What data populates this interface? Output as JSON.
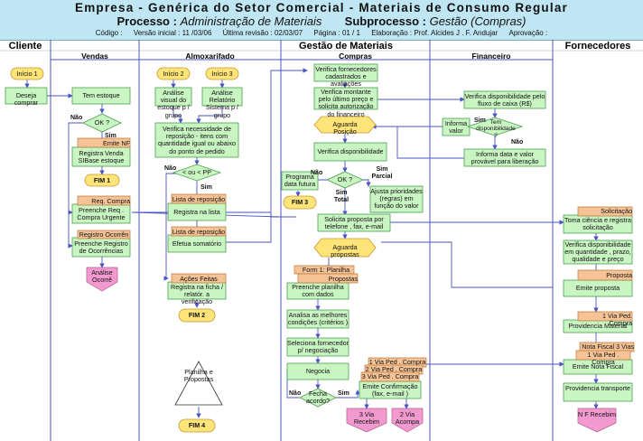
{
  "header": {
    "title": "Empresa  - Genérica do Setor Comercial   - Materiais de Consumo Regular",
    "processo_label": "Processo :",
    "processo_value": "Administração de Materiais",
    "subprocesso_label": "Subprocesso :",
    "subprocesso_value": "Gestão  (Compras)",
    "meta": [
      "Código :",
      "Versão inicial  : 11 /03/06",
      "Última revisão  : 02/03/07",
      "Página : 01 /  1",
      "Elaboração  :  Prof. Alcides J . F. Andujar",
      "Aprovação :"
    ]
  },
  "groups": {
    "cliente": "Cliente",
    "gestao": "Gestão de Materiais",
    "fornecedores": "Fornecedores"
  },
  "lanes": {
    "vendas": "Vendas",
    "almox": "Almoxarifado",
    "compras": "Compras",
    "financeiro": "Financeiro"
  },
  "colors": {
    "header_bg": "#bfe6f2",
    "process_fill": "#c8f5c2",
    "terminal_fill": "#ffe47a",
    "document_fill": "#f5c396",
    "offpage_fill": "#f29ad0",
    "line": "#4a56c2"
  },
  "nodes": {
    "inicio1": "Início 1",
    "inicio2": "Início 2",
    "inicio3": "Início 3",
    "deseja_comprar": "Deseja comprar",
    "tem_estoque": "Tem estoque",
    "ok1": "OK ?",
    "emite_nf": "Emite NF",
    "registra_venda": "Registra Venda SIBase estoque",
    "fim1": "FIM 1",
    "req_compra": "Req. Compra",
    "preenche_req": "Preenche Req . Compra Urgente",
    "registro_ocorr": "Registro Ocorrên",
    "preenche_registro": "Preenche Registro de Ocorrências",
    "analise_ocorr": "Análise Ocorrê",
    "analise_visual": "Análise visual do estoque p / grupo",
    "analise_relatorio": "Análise Relatório Sistema p / grupo",
    "verifica_necessidade": "Verifica necessidade de reposição - itens com quantidade igual ou abaixo do ponto de pedido",
    "ou_pp": "< ou < PP",
    "lista_rep1": "Lista de reposição",
    "registra_lista": "Registra na lista",
    "lista_rep2": "Lista de reposição",
    "efetua_somatorio": "Efetua somatório",
    "acoes_feitas": "Ações Feitas",
    "registra_ficha": "Registra na ficha / relatór. a verificação",
    "fim2": "FIM 2",
    "planilha_propostas": "Planilha e Propostas",
    "fim4": "FIM 4",
    "verifica_fornecedores": "Verifica fornecedores cadastrados e avaliações",
    "verifica_montante": "Verifica montante pelo último preço e solicita autorização do financeiro",
    "aguarda_posicao": "Aguarda Posição",
    "verifica_disp_compras": "Verifica disponibilidade",
    "ok2": "OK ?",
    "programa_data": "Programa data futura",
    "fim3": "FIM 3",
    "ajusta_prioridades": "Ajusta prioridades (regras) em função do valor",
    "solicita_proposta": "Solicita proposta por telefone , fax, e-mail",
    "aguarda_propostas": "Aguarda propostas",
    "form1": "Form 1: Planilha",
    "propostas_doc": "Propostas",
    "preenche_planilha": "Preenche planilha com dados",
    "analisa_condicoes": "Analisa as melhores condições (critérios )",
    "seleciona_fornecedor": "Seleciona fornecedor p/ negociação",
    "negocia": "Negocia",
    "fecha_acordo": "Fecha acordo?",
    "via1": "1 Via Ped . Compra",
    "via2": "2 Via Ped . Compra",
    "via3": "3  Via Ped . Compra",
    "emite_confirmacao": "Emite Confirmação (fax, e-mail )",
    "via3_recebim": "3 Via Recebim",
    "via2_acompa": "2 Via Acompa",
    "verifica_disp_fluxo": "Verifica disponibilidade pelo fluxo de caixa       (R$)",
    "tem_disponibilidade": "Tem disponibilidade ?",
    "informa_valor": "Informa valor",
    "informa_data": "Informa data e valor provável para liberação",
    "solicitacao": "Solicitação",
    "toma_ciencia": "Toma ciência e registra solicitação",
    "verifica_disp_forn": "Verifica disponibilidade em quantidade  , prazo, qualidade e preço",
    "proposta_doc": "Proposta",
    "emite_proposta": "Emite proposta",
    "via1_ped_forn": "1 Via Ped. Compra",
    "providencia_material": "Providencia Material",
    "nota_fiscal": "Nota Fiscal  3 Vias",
    "via1_ped_forn2": "1 Via Ped . Compra",
    "emite_nota": "Emite Nota Fiscal",
    "providencia_transporte": "Providencia transporte",
    "nf_recebim": "N F Recebim"
  },
  "edge_labels": {
    "nao1": "Não",
    "sim1": "Sim",
    "nao2": "Não",
    "sim2": "Sim",
    "sim3": "Sim",
    "nao3": "Não",
    "nao4": "Não",
    "sim_total": "Sim Total",
    "sim_parcial": "Sim Parcial",
    "nao5": "Não",
    "sim5": "Sim"
  }
}
